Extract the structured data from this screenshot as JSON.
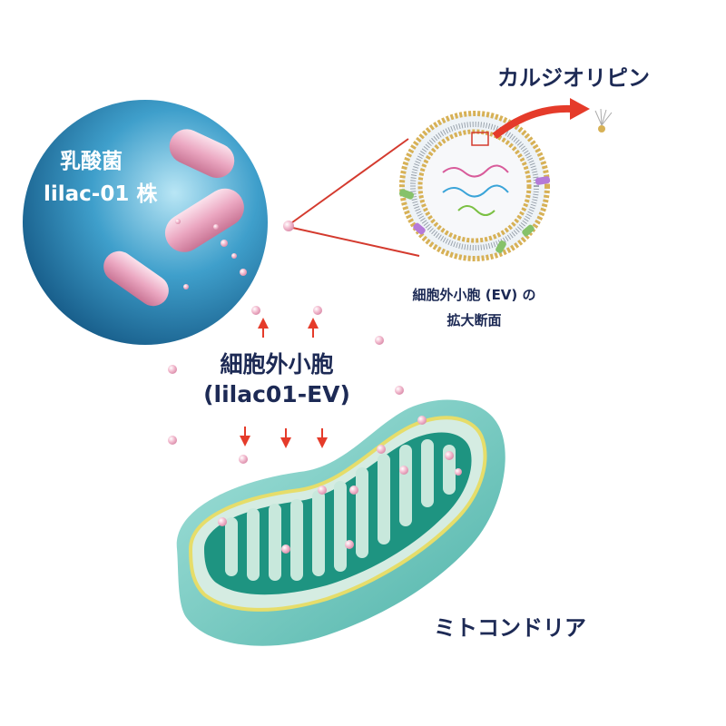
{
  "labels": {
    "bacteria_line1": "乳酸菌",
    "bacteria_line2": "lilac-01 株",
    "cardiolipin": "カルジオリピン",
    "ev_section_line1": "細胞外小胞 (EV) の",
    "ev_section_line2": "拡大断面",
    "ev_main_line1": "細胞外小胞",
    "ev_main_line2": "(lilac01-EV)",
    "mitochondria": "ミトコンドリア"
  },
  "colors": {
    "text": "#1d2a55",
    "bacteria_circle": "#2a86b6",
    "bacteria_rod": "#e9a8c0",
    "vesicle": "#efb4c8",
    "arrow_red": "#e53b2a",
    "mito_outer": "#66c6bd",
    "mito_inner": "#1e9481",
    "membrane_yellow": "#e6dd6a",
    "membrane_head": "#d7b156"
  }
}
